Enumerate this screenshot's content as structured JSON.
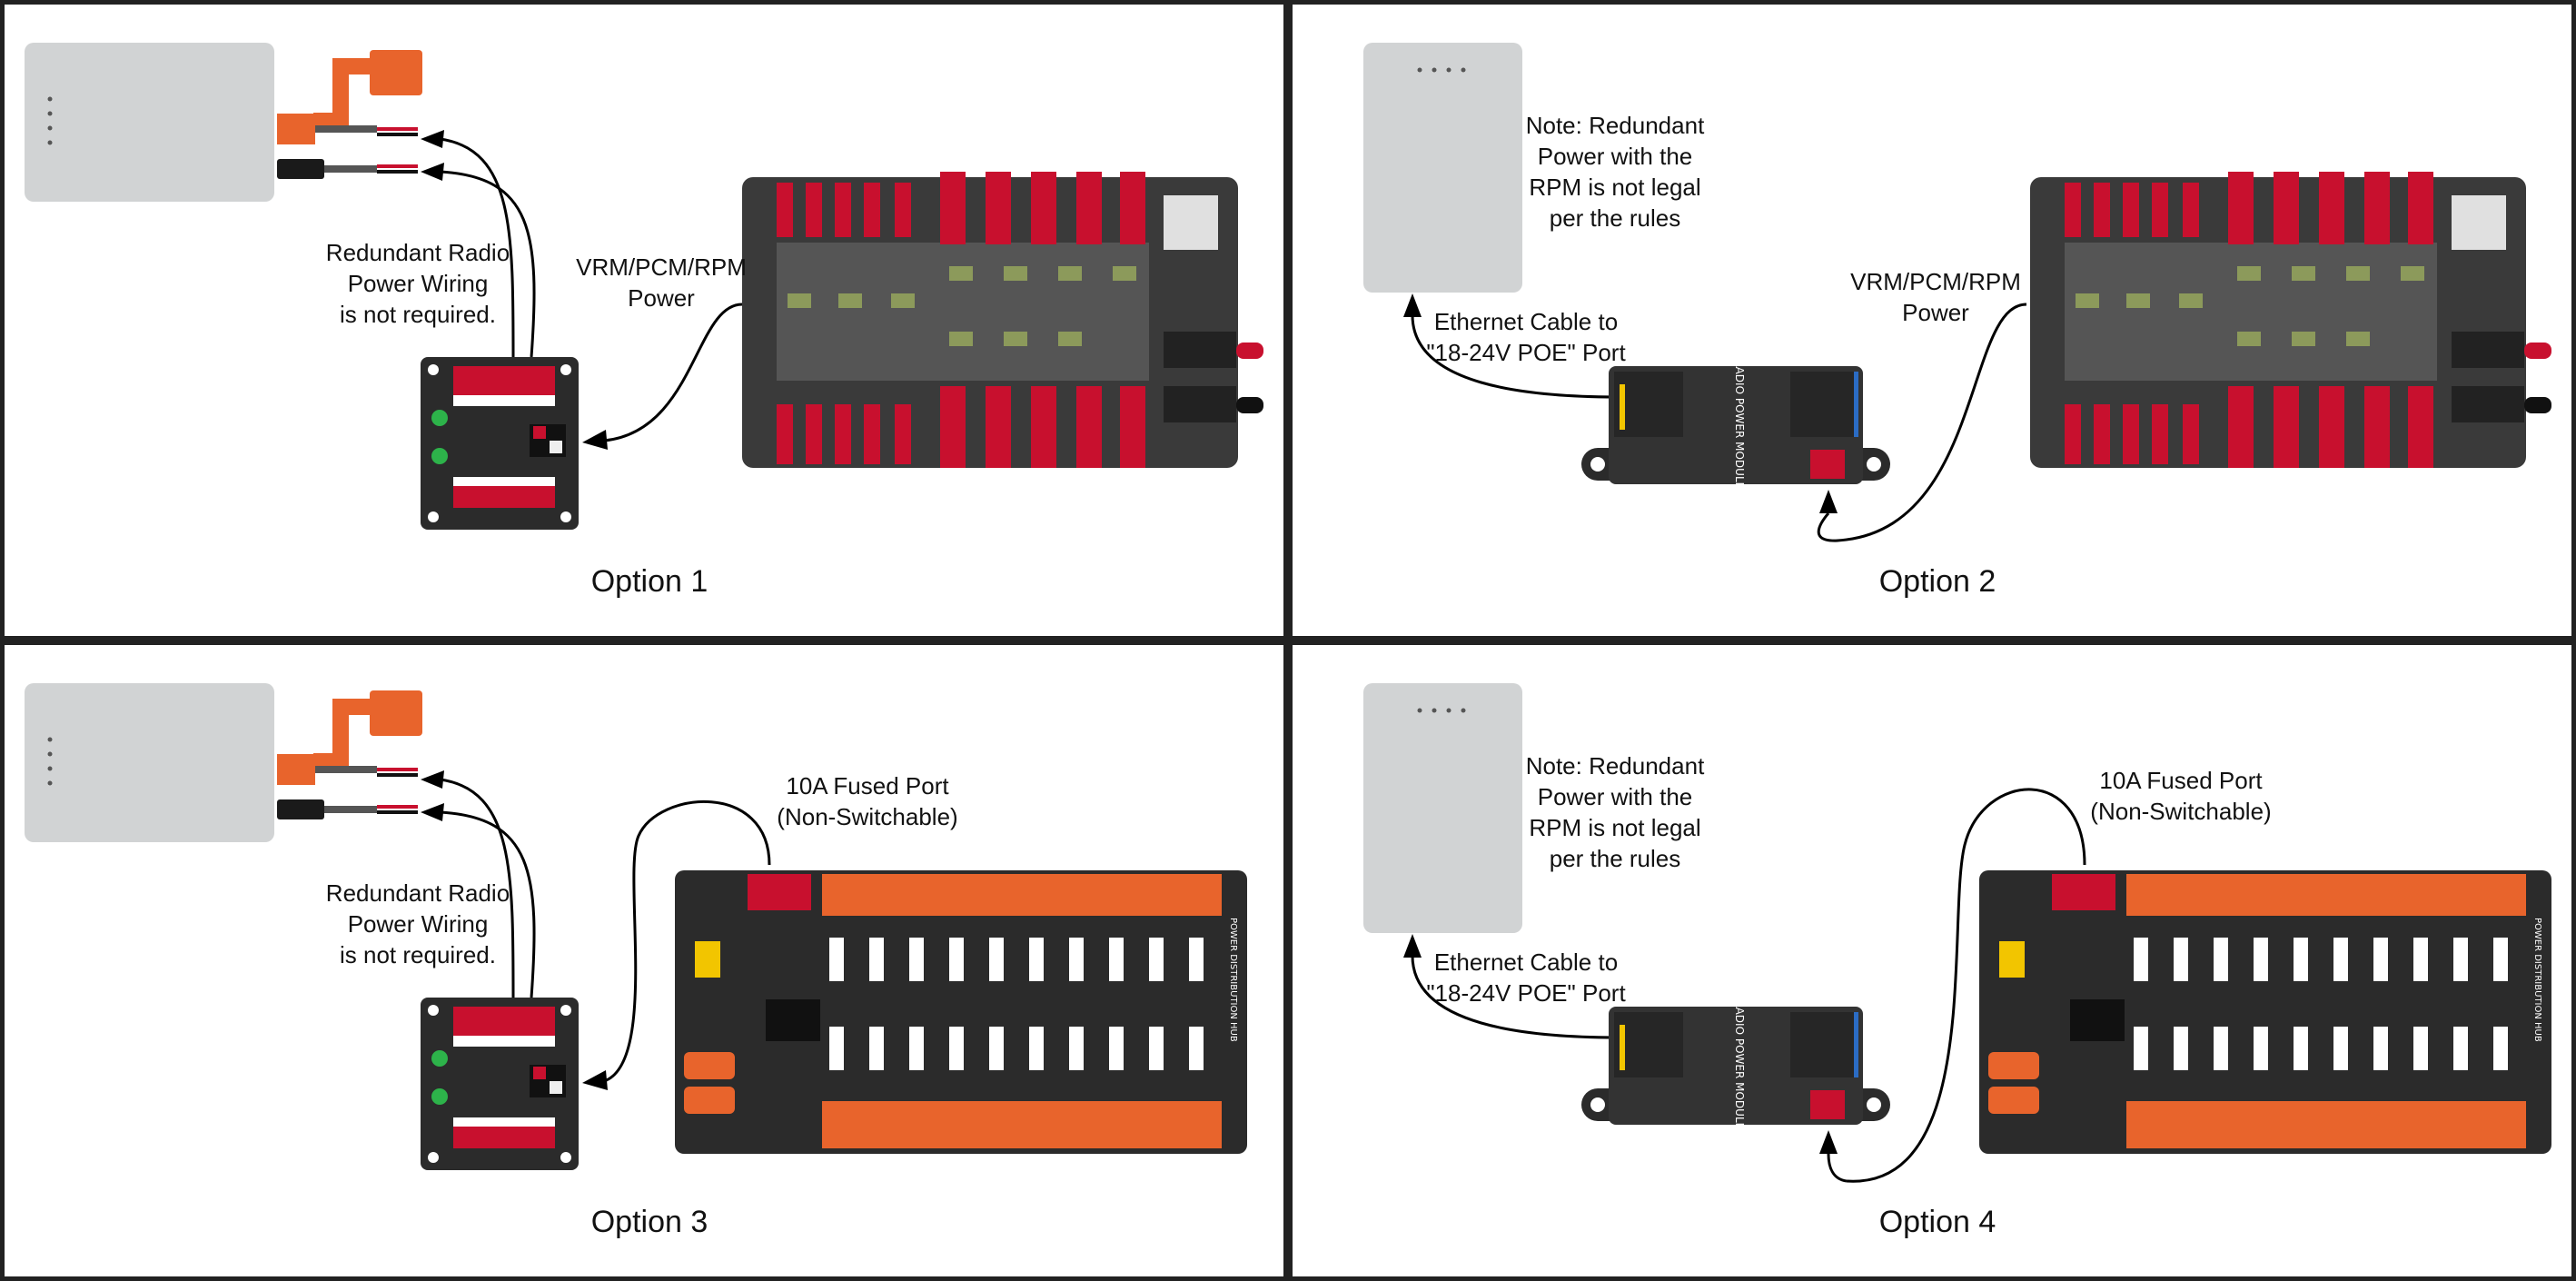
{
  "panels": [
    {
      "caption": "Option 1",
      "note_redundant": "Redundant Radio\nPower Wiring\nis not required.",
      "power_label": "VRM/PCM/RPM\nPower"
    },
    {
      "caption": "Option 2",
      "note_rules": "Note: Redundant\nPower with the\nRPM is not legal\nper the rules",
      "ethernet_label": "Ethernet Cable to\n\"18-24V POE\" Port",
      "power_label": "VRM/PCM/RPM\nPower",
      "rpm_text": "RADIO\nPOWER\nMODULE"
    },
    {
      "caption": "Option 3",
      "note_redundant": "Redundant Radio\nPower Wiring\nis not required.",
      "fused_label": "10A Fused Port\n(Non-Switchable)",
      "pdh_text": "POWER DISTRIBUTION HUB"
    },
    {
      "caption": "Option 4",
      "note_rules": "Note: Redundant\nPower with the\nRPM is not legal\nper the rules",
      "ethernet_label": "Ethernet Cable to\n\"18-24V POE\" Port",
      "fused_label": "10A Fused Port\n(Non-Switchable)",
      "rpm_text": "RADIO\nPOWER\nMODULE",
      "pdh_text": "POWER DISTRIBUTION HUB"
    }
  ],
  "colors": {
    "border": "#222222",
    "radio": "#d1d3d4",
    "board": "#2b2b2b",
    "red": "#c8102e",
    "orange": "#e8642c",
    "green": "#8c9a5b"
  },
  "icons": [
    "radio-icon",
    "vrm-icon",
    "pdp-icon",
    "pdh-icon",
    "rpm-icon",
    "arrow-icon"
  ]
}
